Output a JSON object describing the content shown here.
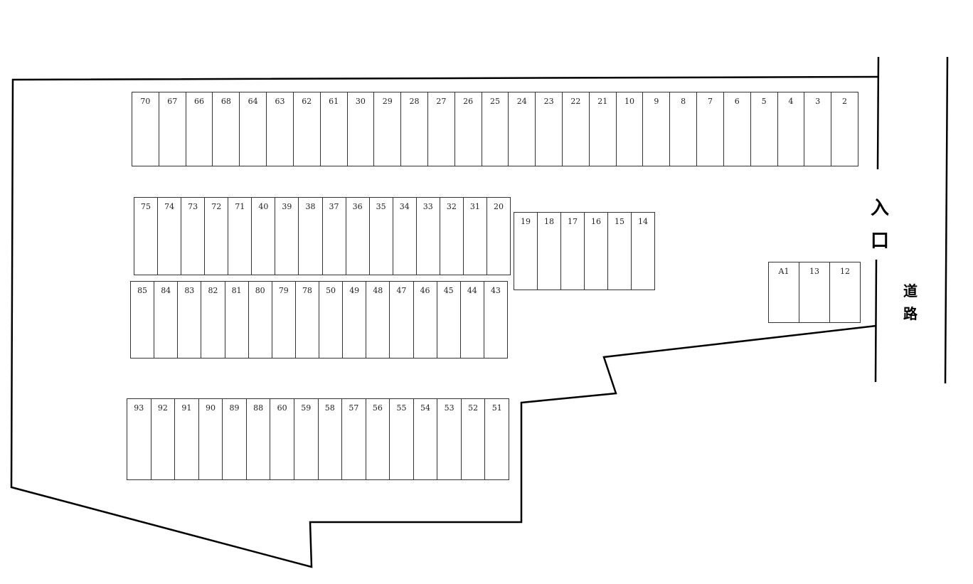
{
  "entrance": {
    "chars": [
      "入",
      "口"
    ]
  },
  "road": {
    "chars": [
      "道",
      "路"
    ]
  },
  "rows": [
    {
      "id": "row-top",
      "spots": [
        "70",
        "67",
        "66",
        "68",
        "64",
        "63",
        "62",
        "61",
        "30",
        "29",
        "28",
        "27",
        "26",
        "25",
        "24",
        "23",
        "22",
        "21",
        "10",
        "9",
        "8",
        "7",
        "6",
        "5",
        "4",
        "3",
        "2"
      ]
    },
    {
      "id": "row-2",
      "spots": [
        "75",
        "74",
        "73",
        "72",
        "71",
        "40",
        "39",
        "38",
        "37",
        "36",
        "35",
        "34",
        "33",
        "32",
        "31",
        "20"
      ]
    },
    {
      "id": "row-2b",
      "spots": [
        "19",
        "18",
        "17",
        "16",
        "15",
        "14"
      ]
    },
    {
      "id": "row-3",
      "spots": [
        "85",
        "84",
        "83",
        "82",
        "81",
        "80",
        "79",
        "78",
        "50",
        "49",
        "48",
        "47",
        "46",
        "45",
        "44",
        "43"
      ]
    },
    {
      "id": "row-4",
      "spots": [
        "93",
        "92",
        "91",
        "90",
        "89",
        "88",
        "60",
        "59",
        "58",
        "57",
        "56",
        "55",
        "54",
        "53",
        "52",
        "51"
      ]
    },
    {
      "id": "row-side",
      "spots": [
        "A1",
        "13",
        "12"
      ]
    }
  ]
}
